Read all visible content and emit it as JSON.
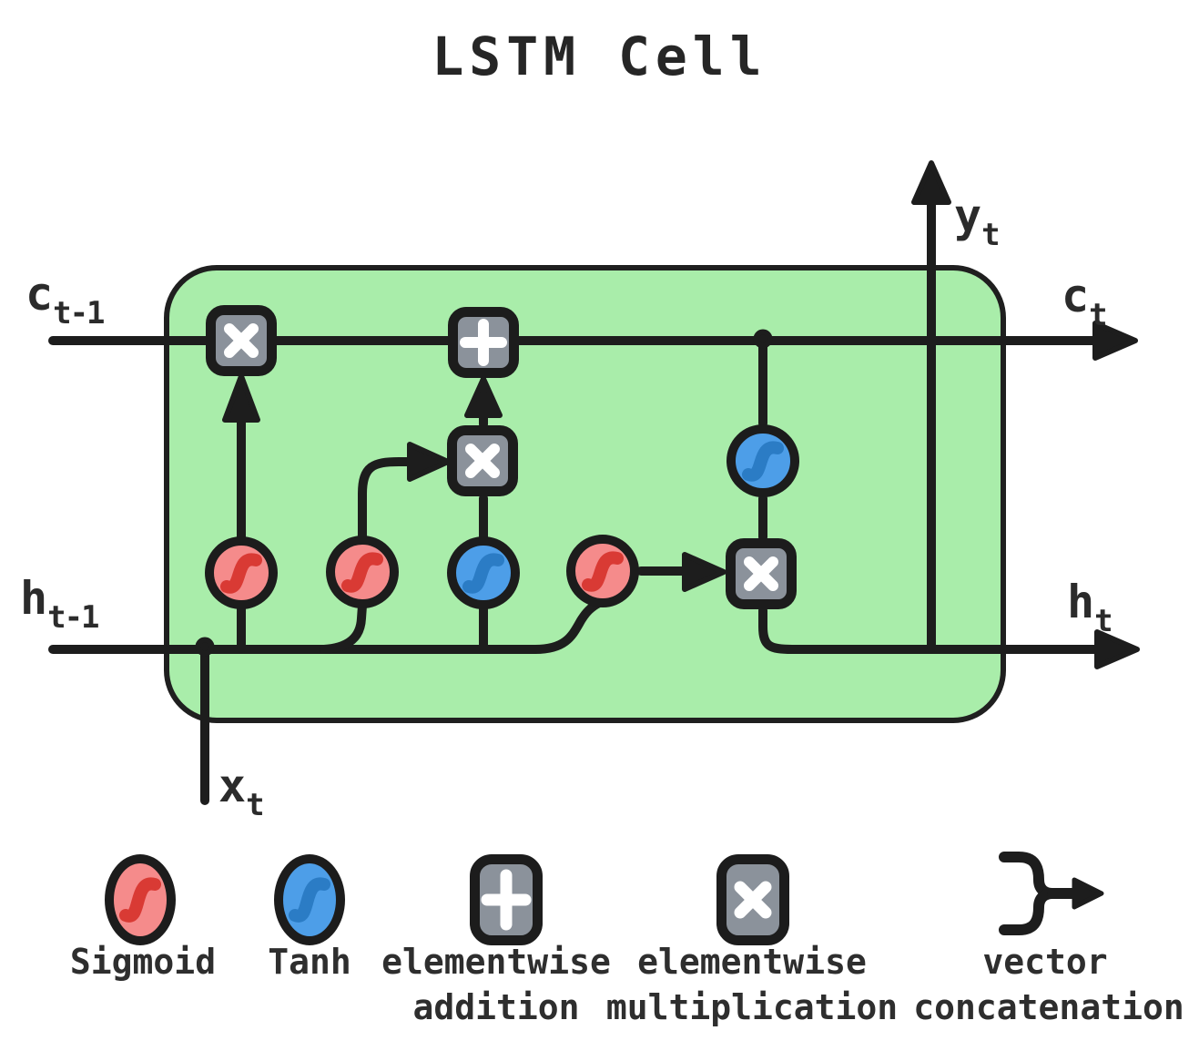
{
  "title": "LSTM Cell",
  "colors": {
    "cell_background": "#A9EDAA",
    "stroke": "#1D1D1D",
    "gate_gray": "#8B929B",
    "sigmoid_red": "#F58B8B",
    "sigmoid_curve_red": "#D93A34",
    "tanh_blue": "#4D9EE8",
    "tanh_curve_blue": "#2B7CC5",
    "glyph_white": "#FFFFFF",
    "text": "#2E2E2E"
  },
  "diagram": {
    "labels": {
      "c_prev": {
        "base": "c",
        "sub": "t-1"
      },
      "h_prev": {
        "base": "h",
        "sub": "t-1"
      },
      "x_in": {
        "base": "x",
        "sub": "t"
      },
      "y_out": {
        "base": "y",
        "sub": "t"
      },
      "c_out": {
        "base": "c",
        "sub": "t"
      },
      "h_out": {
        "base": "h",
        "sub": "t"
      }
    },
    "icons": {
      "multiplication_gate": "×",
      "addition_gate": "+",
      "sigmoid_node": "s-curve",
      "tanh_node": "s-curve",
      "vector_concatenation": "merge-arrow"
    }
  },
  "legend": {
    "items": [
      {
        "icon": "sigmoid-icon",
        "line1": "Sigmoid",
        "line2": ""
      },
      {
        "icon": "tanh-icon",
        "line1": "Tanh",
        "line2": ""
      },
      {
        "icon": "elementwise-addition-icon",
        "line1": "elementwise",
        "line2": "addition"
      },
      {
        "icon": "elementwise-multiplication-icon",
        "line1": "elementwise",
        "line2": "multiplication"
      },
      {
        "icon": "vector-concatenation-icon",
        "line1": "vector",
        "line2": "concatenation"
      }
    ]
  }
}
